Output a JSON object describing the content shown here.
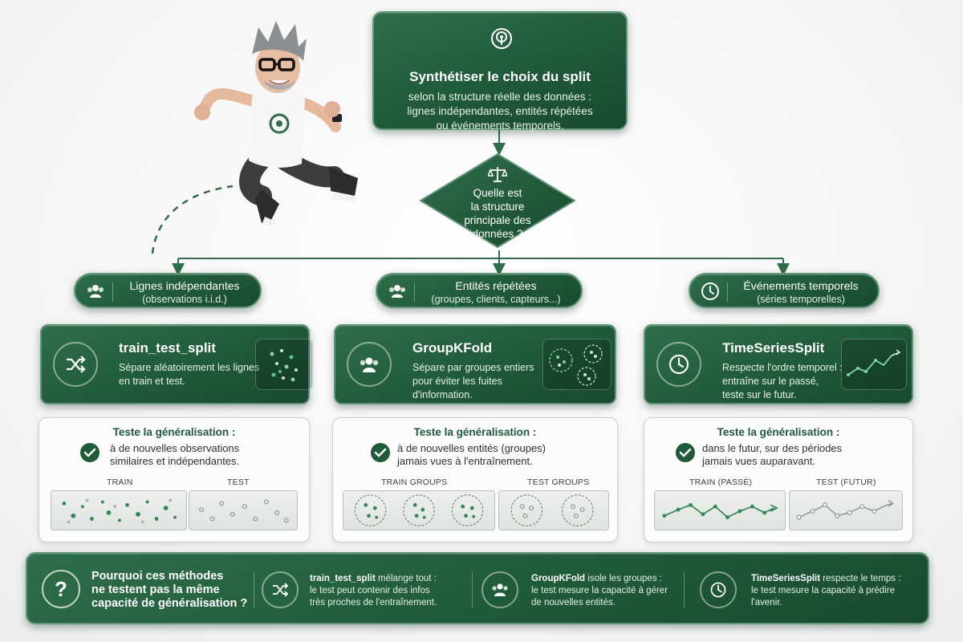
{
  "colors": {
    "brand_green": "#1f5a39",
    "accent_green": "#3fae6a",
    "card_border": "#c9d1cc"
  },
  "top": {
    "icon": "signal-target-icon",
    "title": "Synthétiser le choix du split",
    "desc": [
      "selon la structure réelle des données :",
      "lignes indépendantes, entités répétées",
      "ou événements temporels."
    ]
  },
  "decision": {
    "icon": "scale-icon",
    "question": [
      "Quelle est",
      "la structure",
      "principale des",
      "données ?"
    ]
  },
  "categories": [
    {
      "icon": "users-icon",
      "title": "Lignes indépendantes",
      "subtitle": "(observations i.i.d.)"
    },
    {
      "icon": "users-icon",
      "title": "Entités répétées",
      "subtitle": "(groupes, clients, capteurs...)"
    },
    {
      "icon": "clock-icon",
      "title": "Événements temporels",
      "subtitle": "(séries temporelles)"
    }
  ],
  "methods": [
    {
      "icon": "shuffle-icon",
      "title": "train_test_split",
      "desc": [
        "Sépare aléatoirement les lignes",
        "en train et test."
      ]
    },
    {
      "icon": "users-icon",
      "title": "GroupKFold",
      "desc": [
        "Sépare par groupes entiers",
        "pour éviter les fuites",
        "d'information."
      ]
    },
    {
      "icon": "clock-icon",
      "title": "TimeSeriesSplit",
      "desc": [
        "Respecte l'ordre temporel :",
        "entraîne sur le passé,",
        "teste sur le futur."
      ]
    }
  ],
  "tests": [
    {
      "heading": "Teste la généralisation :",
      "text": [
        "à de nouvelles observations",
        "similaires et indépendantes."
      ],
      "train_label": "TRAIN",
      "test_label": "TEST"
    },
    {
      "heading": "Teste la généralisation :",
      "text": [
        "à de nouvelles entités (groupes)",
        "jamais vues à l'entraînement."
      ],
      "train_label": "TRAIN GROUPS",
      "test_label": "TEST GROUPS"
    },
    {
      "heading": "Teste la généralisation :",
      "text": [
        "dans le futur, sur des périodes",
        "jamais vues auparavant."
      ],
      "train_label": "TRAIN (PASSÉ)",
      "test_label": "TEST (FUTUR)"
    }
  ],
  "bottom": {
    "question": [
      "Pourquoi ces méthodes",
      "ne testent pas la même",
      "capacité de généralisation ?"
    ],
    "points": [
      {
        "icon": "shuffle-icon",
        "name": "train_test_split",
        "lead": " mélange tout :",
        "rest": [
          "le test peut contenir des infos",
          "très proches de l'entraînement."
        ]
      },
      {
        "icon": "users-icon",
        "name": "GroupKFold",
        "lead": " isole les groupes :",
        "rest": [
          "le test mesure la capacité à gérer",
          "de nouvelles entités."
        ]
      },
      {
        "icon": "clock-icon",
        "name": "TimeSeriesSplit",
        "lead": " respecte le temps :",
        "rest": [
          "le test mesure la capacité à prédire",
          "l'avenir."
        ]
      }
    ]
  }
}
